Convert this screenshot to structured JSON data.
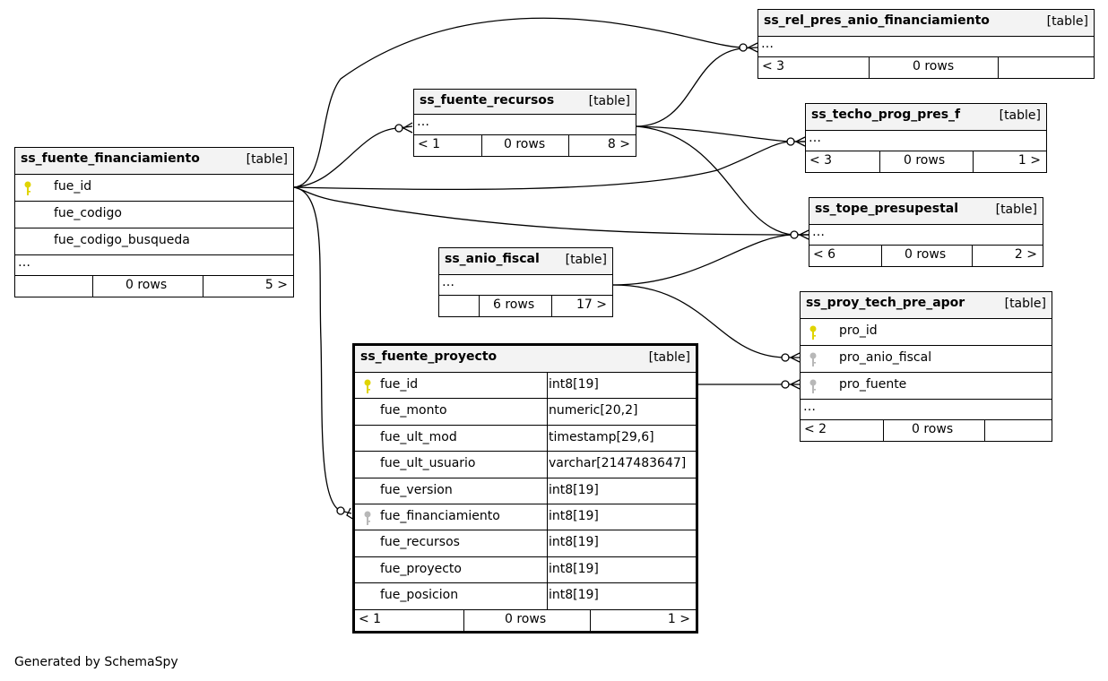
{
  "tables": {
    "rel_pres": {
      "name": "ss_rel_pres_anio_financiamiento",
      "kind": "[table]",
      "ellipsis": "…",
      "parents": "< 3",
      "rows": "0 rows",
      "children": ""
    },
    "fuente_recursos": {
      "name": "ss_fuente_recursos",
      "kind": "[table]",
      "ellipsis": "…",
      "parents": "< 1",
      "rows": "0 rows",
      "children": "8 >"
    },
    "techo": {
      "name": "ss_techo_prog_pres_f",
      "kind": "[table]",
      "ellipsis": "…",
      "parents": "< 3",
      "rows": "0 rows",
      "children": "1 >"
    },
    "fuente_financiamiento": {
      "name": "ss_fuente_financiamiento",
      "kind": "[table]",
      "columns": [
        {
          "name": "fue_id",
          "key": "primary"
        },
        {
          "name": "fue_codigo"
        },
        {
          "name": "fue_codigo_busqueda"
        }
      ],
      "ellipsis": "…",
      "parents": "",
      "rows": "0 rows",
      "children": "5 >"
    },
    "tope": {
      "name": "ss_tope_presupestal",
      "kind": "[table]",
      "ellipsis": "…",
      "parents": "< 6",
      "rows": "0 rows",
      "children": "2 >"
    },
    "anio_fiscal": {
      "name": "ss_anio_fiscal",
      "kind": "[table]",
      "ellipsis": "…",
      "parents": "",
      "rows": "6 rows",
      "children": "17 >"
    },
    "proy": {
      "name": "ss_proy_tech_pre_apor",
      "kind": "[table]",
      "columns": [
        {
          "name": "pro_id",
          "key": "primary"
        },
        {
          "name": "pro_anio_fiscal",
          "key": "foreign"
        },
        {
          "name": "pro_fuente",
          "key": "foreign"
        }
      ],
      "ellipsis": "…",
      "parents": "< 2",
      "rows": "0 rows",
      "children": ""
    },
    "fuente_proyecto": {
      "name": "ss_fuente_proyecto",
      "kind": "[table]",
      "columns": [
        {
          "name": "fue_id",
          "type": "int8[19]",
          "key": "primary"
        },
        {
          "name": "fue_monto",
          "type": "numeric[20,2]"
        },
        {
          "name": "fue_ult_mod",
          "type": "timestamp[29,6]"
        },
        {
          "name": "fue_ult_usuario",
          "type": "varchar[2147483647]"
        },
        {
          "name": "fue_version",
          "type": "int8[19]"
        },
        {
          "name": "fue_financiamiento",
          "type": "int8[19]",
          "key": "foreign"
        },
        {
          "name": "fue_recursos",
          "type": "int8[19]"
        },
        {
          "name": "fue_proyecto",
          "type": "int8[19]"
        },
        {
          "name": "fue_posicion",
          "type": "int8[19]"
        }
      ],
      "parents": "< 1",
      "rows": "0 rows",
      "children": "1 >"
    }
  },
  "icons": {
    "primary_key": "key-icon",
    "foreign_key": "key-icon"
  },
  "colors": {
    "primary_key": "#e0d400",
    "foreign_key": "#b8b8b8",
    "header_bg": "#f3f3f3"
  },
  "footer_text": "Generated by SchemaSpy"
}
